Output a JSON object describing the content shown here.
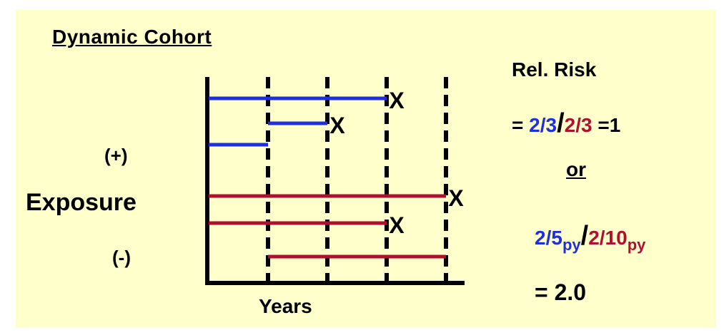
{
  "title": "Dynamic Cohort",
  "labels": {
    "exposed": "(+)",
    "unexposed": "(-)",
    "exposure": "Exposure",
    "xaxis": "Years"
  },
  "event_marker": "X",
  "colors": {
    "background": "#ffffcc",
    "exposed": "#1f2ee0",
    "unexposed": "#b01030",
    "axis": "#000000"
  },
  "years_marked": [
    1,
    2,
    3,
    4
  ],
  "cohort": [
    {
      "group": "exposed",
      "start": 0,
      "end": 3,
      "event": true
    },
    {
      "group": "exposed",
      "start": 1,
      "end": 2,
      "event": true
    },
    {
      "group": "exposed",
      "start": 0,
      "end": 1,
      "event": false
    },
    {
      "group": "unexposed",
      "start": 0,
      "end": 4,
      "event": true
    },
    {
      "group": "unexposed",
      "start": 0,
      "end": 3,
      "event": true
    },
    {
      "group": "unexposed",
      "start": 1,
      "end": 4,
      "event": false
    }
  ],
  "relative_risk": {
    "heading": "Rel. Risk",
    "eq1_prefix": "=",
    "eq1_exposed": "2/3",
    "eq1_slash": "/",
    "eq1_unexposed": "2/3",
    "eq1_result": "=1",
    "or": "or",
    "eq2_exposed_num": "2/5",
    "eq2_exposed_unit": "py",
    "eq2_slash": "/",
    "eq2_unexposed_num": "2/10",
    "eq2_unexposed_unit": "py",
    "result": "= 2.0"
  }
}
